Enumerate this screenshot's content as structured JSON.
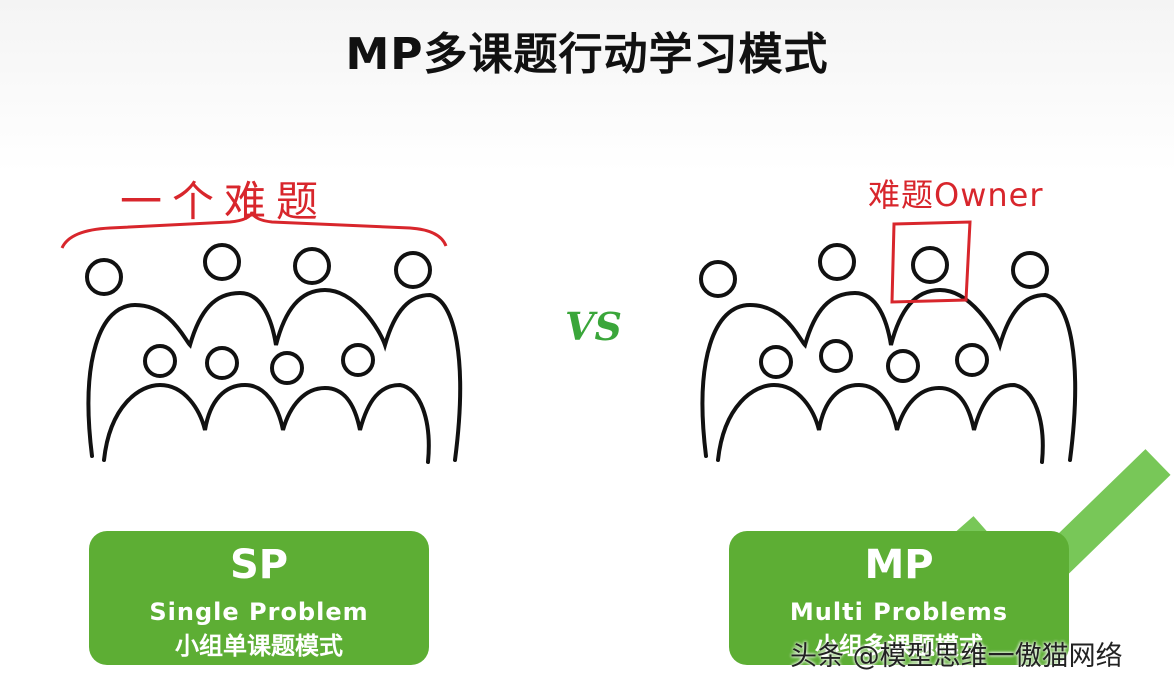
{
  "title": "MP多课题行动学习模式",
  "left": {
    "annotation": "一个难题",
    "abbr": "SP",
    "english": "Single Problem",
    "chinese": "小组单课题模式"
  },
  "vs_label": "VS",
  "right": {
    "annotation": "难题Owner",
    "abbr": "MP",
    "english": "Multi Problems",
    "chinese": "小组多课题模式"
  },
  "watermark": "头条 @模型思维一傲猫网络",
  "colors": {
    "annotation_red": "#d8262c",
    "box_green": "#5dae34",
    "vs_green": "#3aa63a",
    "check_green": "#6cc24a",
    "ink": "#111111"
  },
  "icons": [
    "people-group-icon",
    "checkmark-icon",
    "owner-highlight-box"
  ]
}
